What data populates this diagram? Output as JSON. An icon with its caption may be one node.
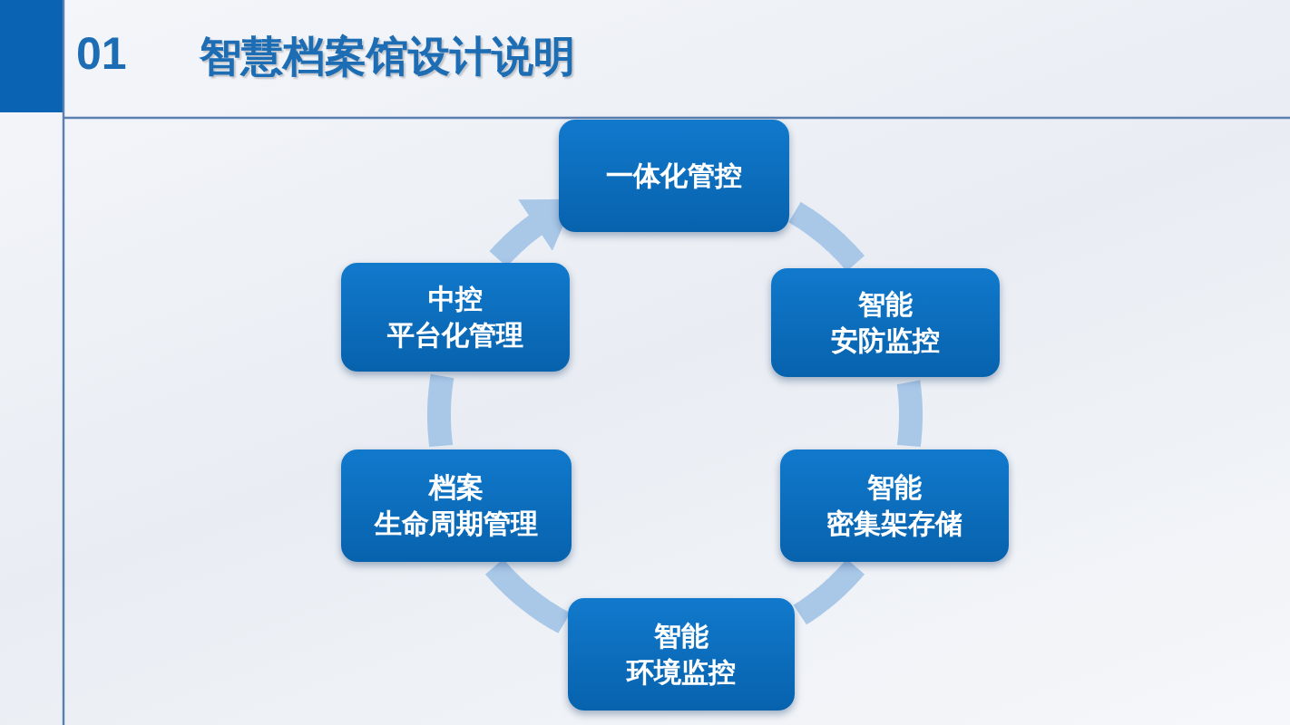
{
  "diagram": {
    "title": "智慧档案馆设计说明",
    "nodes": [
      {
        "text": [
          "一体化管控"
        ]
      },
      {
        "text": [
          "中控",
          "平台化管理"
        ]
      },
      {
        "text": [
          "智能",
          "安防监控"
        ]
      },
      {
        "text": [
          "档案",
          "生命周期管理"
        ]
      },
      {
        "text": [
          "智能",
          "密集架存储"
        ]
      },
      {
        "text": [
          "智能",
          "环境监控"
        ]
      }
    ],
    "edges": [
      {
        "from": 0,
        "to": 2,
        "arrow": "none"
      },
      {
        "from": 2,
        "to": 4,
        "arrow": "none"
      },
      {
        "from": 4,
        "to": 5,
        "arrow": "none"
      },
      {
        "from": 5,
        "to": 3,
        "arrow": "none"
      },
      {
        "from": 3,
        "to": 1,
        "arrow": "none"
      },
      {
        "from": 1,
        "to": 0,
        "arrow": "to"
      }
    ],
    "labels": [
      "01"
    ]
  }
}
